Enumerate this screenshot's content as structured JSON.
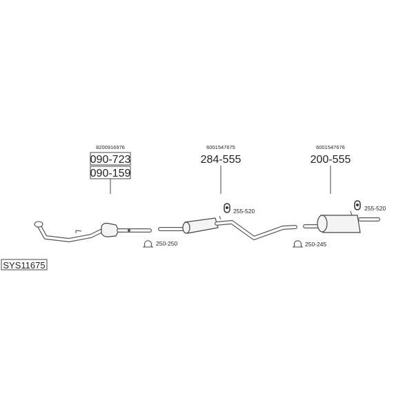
{
  "parts": [
    {
      "oem": "8200916976",
      "codes": [
        "090-723",
        "090-159"
      ]
    },
    {
      "oem": "6001547675",
      "codes": [
        "284-555"
      ]
    },
    {
      "oem": "6001547676",
      "codes": [
        "200-555"
      ]
    }
  ],
  "accessories": [
    {
      "icon": "rubber-mount-icon",
      "code": "255-520"
    },
    {
      "icon": "rubber-mount-icon",
      "code": "255-520"
    },
    {
      "icon": "clamp-icon",
      "code": "250-250"
    },
    {
      "icon": "clamp-icon",
      "code": "250-245"
    }
  ],
  "system_code": "SYS11675"
}
